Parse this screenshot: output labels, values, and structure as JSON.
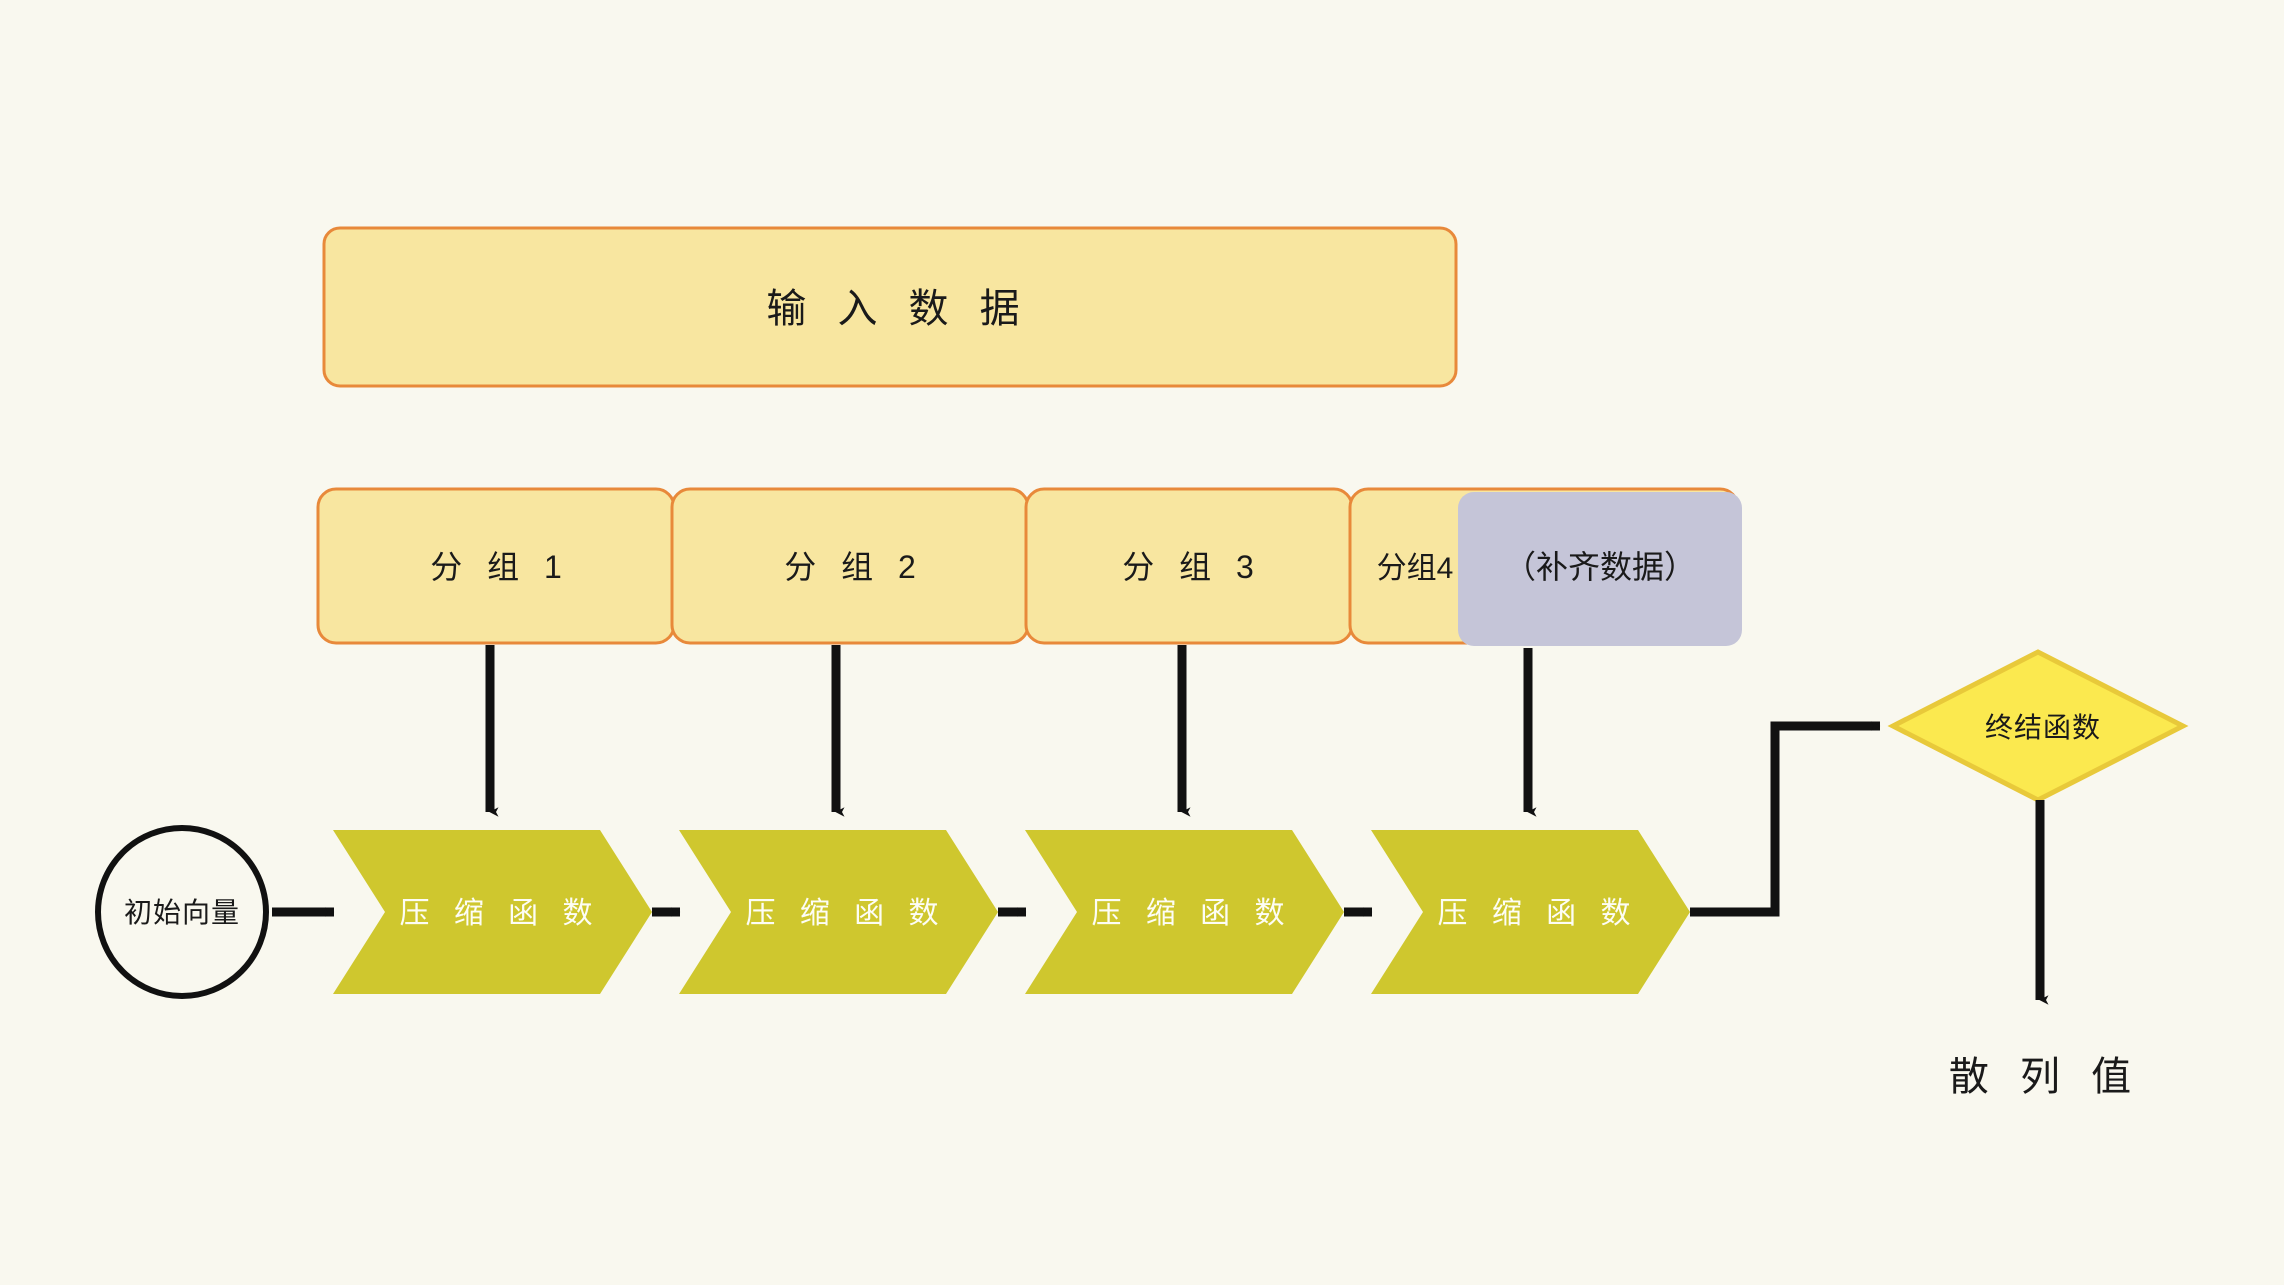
{
  "diagram": {
    "title_block": {
      "label": "输 入 数 据",
      "fill": "#f8e6a0",
      "stroke": "#e8893a"
    },
    "groups": [
      {
        "label": "分 组 1"
      },
      {
        "label": "分 组 2"
      },
      {
        "label": "分 组 3"
      },
      {
        "label": "分组4"
      }
    ],
    "padding_block": {
      "label": "（补齐数据）",
      "fill": "#c5c5d8"
    },
    "initial_vector": {
      "label": "初始向量"
    },
    "compression_stages": [
      {
        "label": "压 缩 函 数"
      },
      {
        "label": "压 缩 函 数"
      },
      {
        "label": "压 缩 函 数"
      },
      {
        "label": "压 缩 函 数"
      }
    ],
    "finalization": {
      "label": "终结函数",
      "fill": "#fbe94f",
      "stroke": "#e8c93a"
    },
    "output": {
      "label": "散 列 值"
    },
    "colors": {
      "background": "#f9f8ef",
      "box_fill": "#f8e6a0",
      "box_stroke": "#e8893a",
      "chevron_fill": "#cfc72e",
      "padding_fill": "#c5c5d8",
      "diamond_fill": "#fbe94f",
      "diamond_stroke": "#e8c93a",
      "arrow": "#111111",
      "chevron_text": "#fdfdf5"
    }
  }
}
